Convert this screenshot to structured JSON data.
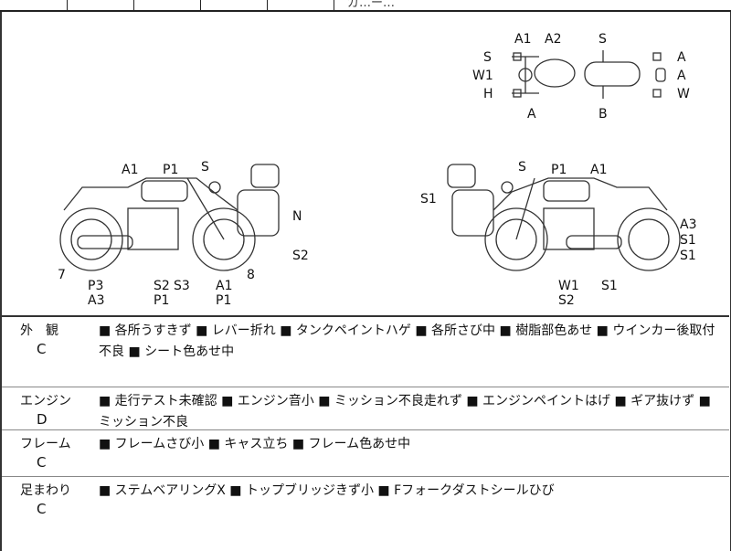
{
  "top_strip": {
    "partial_text": "ガ…ー…"
  },
  "diagram": {
    "top_view_labels": [
      "A1",
      "A2",
      "S",
      "S",
      "W1",
      "H",
      "A",
      "B",
      "A",
      "A",
      "W"
    ],
    "left_view_labels": [
      "A1",
      "P1",
      "S",
      "N",
      "S2",
      "7",
      "8",
      "P3",
      "A3",
      "S2",
      "S3",
      "P1",
      "A1",
      "P1"
    ],
    "right_view_labels": [
      "S",
      "P1",
      "A1",
      "S1",
      "A3",
      "S1",
      "S1",
      "W1",
      "S2",
      "S1"
    ]
  },
  "sections": [
    {
      "category": "外　観",
      "grade": "C",
      "items": "■ 各所うすきず ■ レバー折れ ■ タンクペイントハゲ ■ 各所さび中 ■ 樹脂部色あせ ■ ウインカー後取付不良 ■ シート色あせ中"
    },
    {
      "category": "エンジン",
      "grade": "D",
      "items": "■ 走行テスト未確認 ■ エンジン音小 ■ ミッション不良走れず ■ エンジンペイントはげ ■ ギア抜けず ■ ミッション不良"
    },
    {
      "category": "フレーム",
      "grade": "C",
      "items": "■ フレームさび小 ■ キャス立ち ■ フレーム色あせ中"
    },
    {
      "category": "足まわり",
      "grade": "C",
      "items": "■ ステムベアリングX ■ トップブリッジきず小 ■ Fフォークダストシールひび"
    }
  ]
}
